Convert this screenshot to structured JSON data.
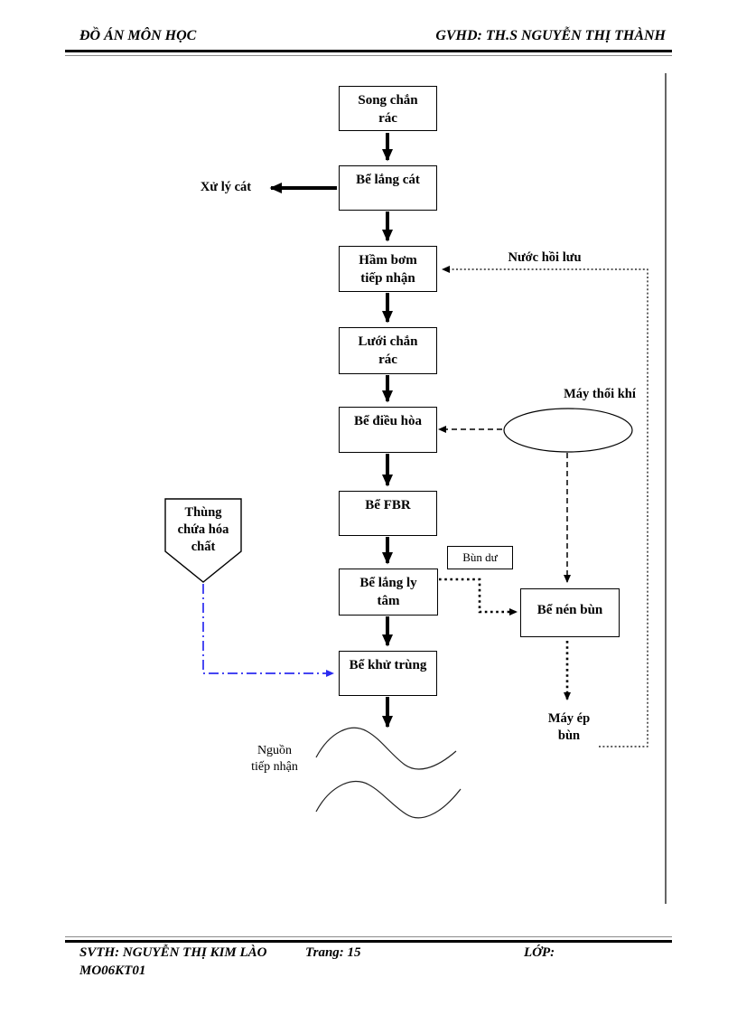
{
  "header": {
    "course": "ĐỒ ÁN MÔN HỌC",
    "advisor": "GVHD: TH.S NGUYỄN THỊ THÀNH"
  },
  "footer": {
    "student": "SVTH: NGUYỄN THỊ KIM LÀO",
    "student_id": "MO06KT01",
    "page": "Trang: 15",
    "class_label": "LỚP:"
  },
  "diagram": {
    "boxes": {
      "song_chan_rac": "Song chắn rác",
      "be_lang_cat": "Bể lắng cát",
      "ham_bom_tiep_nhan": "Hầm bơm tiếp nhận",
      "luoi_chan_rac": "Lưới chắn rác",
      "be_dieu_hoa": "Bể điều hòa",
      "be_fbr": "Bể FBR",
      "be_lang_ly_tam": "Bể lắng ly tâm",
      "be_khu_trung": "Bể khử trùng",
      "bun_du": "Bùn dư",
      "be_nen_bun": "Bể nén bùn"
    },
    "labels": {
      "xu_ly_cat": "Xử lý cát",
      "nuoc_hoi_luu": "Nước hồi lưu",
      "may_thoi_khi": "Máy thổi khí",
      "thung_chua_hoa_chat": "Thùng chứa hóa chất",
      "nguon_tiep_nhan": "Nguồn tiếp nhận",
      "may_ep_bun": "Máy ép bùn"
    },
    "colors": {
      "line": "#000000",
      "chemical_feed_line": "#2b2bf0",
      "box_fill": "#ffffff",
      "box_border": "#000000"
    }
  }
}
